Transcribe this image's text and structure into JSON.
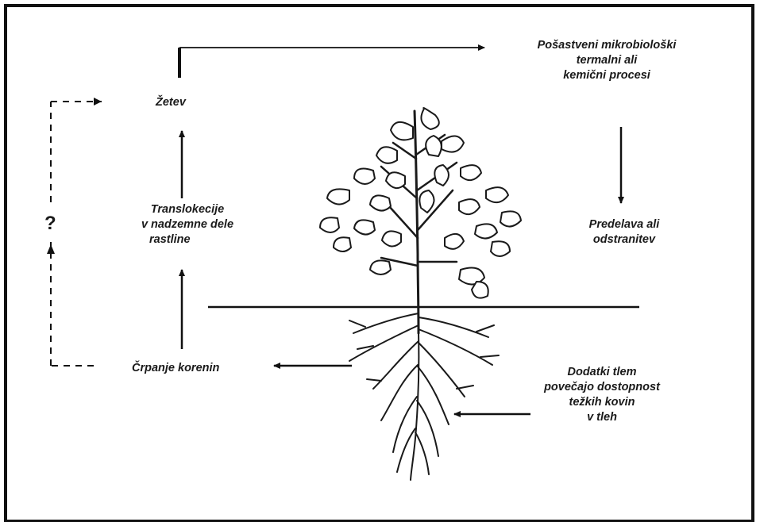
{
  "labels": {
    "harvest": "Žetev",
    "question": "?",
    "translocation": [
      "Translokecije",
      "v nadzemne dele",
      "rastline"
    ],
    "root_uptake": "Črpanje korenin",
    "processes": [
      "Pošastveni mikrobiološki",
      "termalni ali",
      "kemični procesi"
    ],
    "processing": [
      "Predelava ali",
      "odstranitev"
    ],
    "soil_additives": [
      "Dodatki tlem",
      "povečajo dostopnost",
      "težkih kovin",
      "v tleh"
    ]
  },
  "colors": {
    "line": "#111111",
    "plant": "#1a1a1a",
    "background": "#ffffff"
  },
  "icons": {
    "plant": "plant-illustration-icon"
  }
}
